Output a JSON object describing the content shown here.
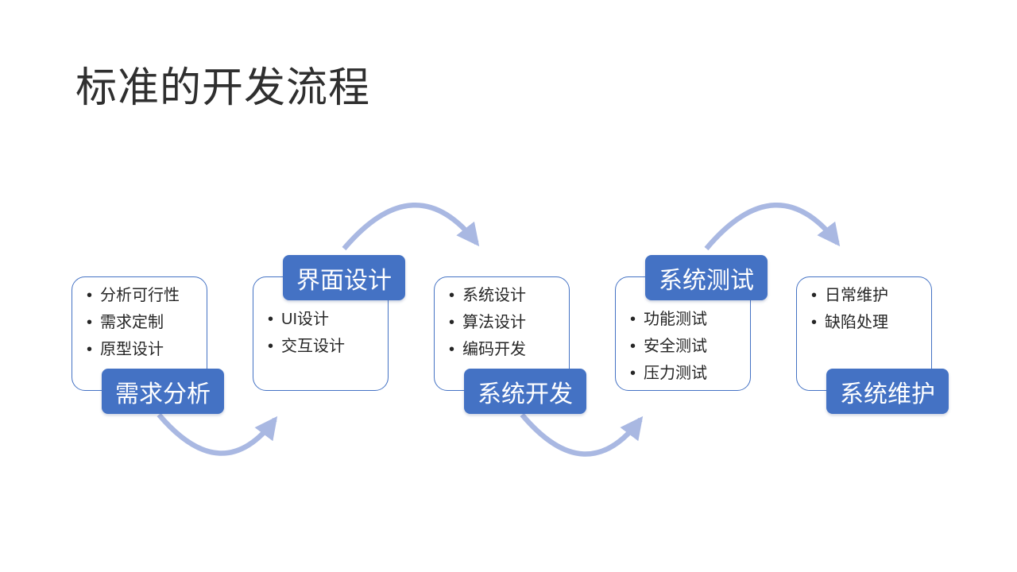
{
  "slide": {
    "title": "标准的开发流程"
  },
  "colors": {
    "accent_blue": "#4472c4",
    "arrow_blue": "#a9b8e2",
    "body_text": "#262626",
    "label_text": "#ffffff",
    "background": "#ffffff"
  },
  "stages": [
    {
      "id": "requirements-analysis",
      "label": "需求分析",
      "label_position": "bottom",
      "bullets": [
        "分析可行性",
        "需求定制",
        "原型设计"
      ]
    },
    {
      "id": "interface-design",
      "label": "界面设计",
      "label_position": "top",
      "bullets": [
        "UI设计",
        "交互设计"
      ]
    },
    {
      "id": "system-development",
      "label": "系统开发",
      "label_position": "bottom",
      "bullets": [
        "系统设计",
        "算法设计",
        "编码开发"
      ]
    },
    {
      "id": "system-testing",
      "label": "系统测试",
      "label_position": "top",
      "bullets": [
        "功能测试",
        "安全测试",
        "压力测试"
      ]
    },
    {
      "id": "system-maintenance",
      "label": "系统维护",
      "label_position": "bottom",
      "bullets": [
        "日常维护",
        "缺陷处理"
      ]
    }
  ],
  "arrows": [
    {
      "from": "需求分析",
      "to": "界面设计",
      "curve": "below"
    },
    {
      "from": "界面设计",
      "to": "系统开发",
      "curve": "above"
    },
    {
      "from": "系统开发",
      "to": "系统测试",
      "curve": "below"
    },
    {
      "from": "系统测试",
      "to": "系统维护",
      "curve": "above"
    }
  ]
}
